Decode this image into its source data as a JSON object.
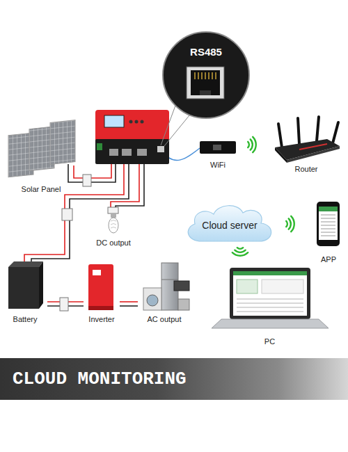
{
  "diagram": {
    "title": "CLOUD MONITORING",
    "nodes": [
      {
        "text": [
          "Solar Panel"
        ]
      },
      {
        "text": [
          "WiFi"
        ]
      },
      {
        "text": [
          "Router"
        ]
      },
      {
        "text": [
          "Cloud server"
        ]
      },
      {
        "text": [
          "APP"
        ]
      },
      {
        "text": [
          "DC output"
        ]
      },
      {
        "text": [
          "PC"
        ]
      },
      {
        "text": [
          "Battery"
        ]
      },
      {
        "text": [
          "Inverter"
        ]
      },
      {
        "text": [
          "AC output"
        ]
      }
    ],
    "edges": [
      {
        "from": 7,
        "to": 8,
        "arrow": "none"
      },
      {
        "from": 8,
        "to": 9,
        "arrow": "none"
      }
    ],
    "labels": [
      "RS485"
    ]
  }
}
